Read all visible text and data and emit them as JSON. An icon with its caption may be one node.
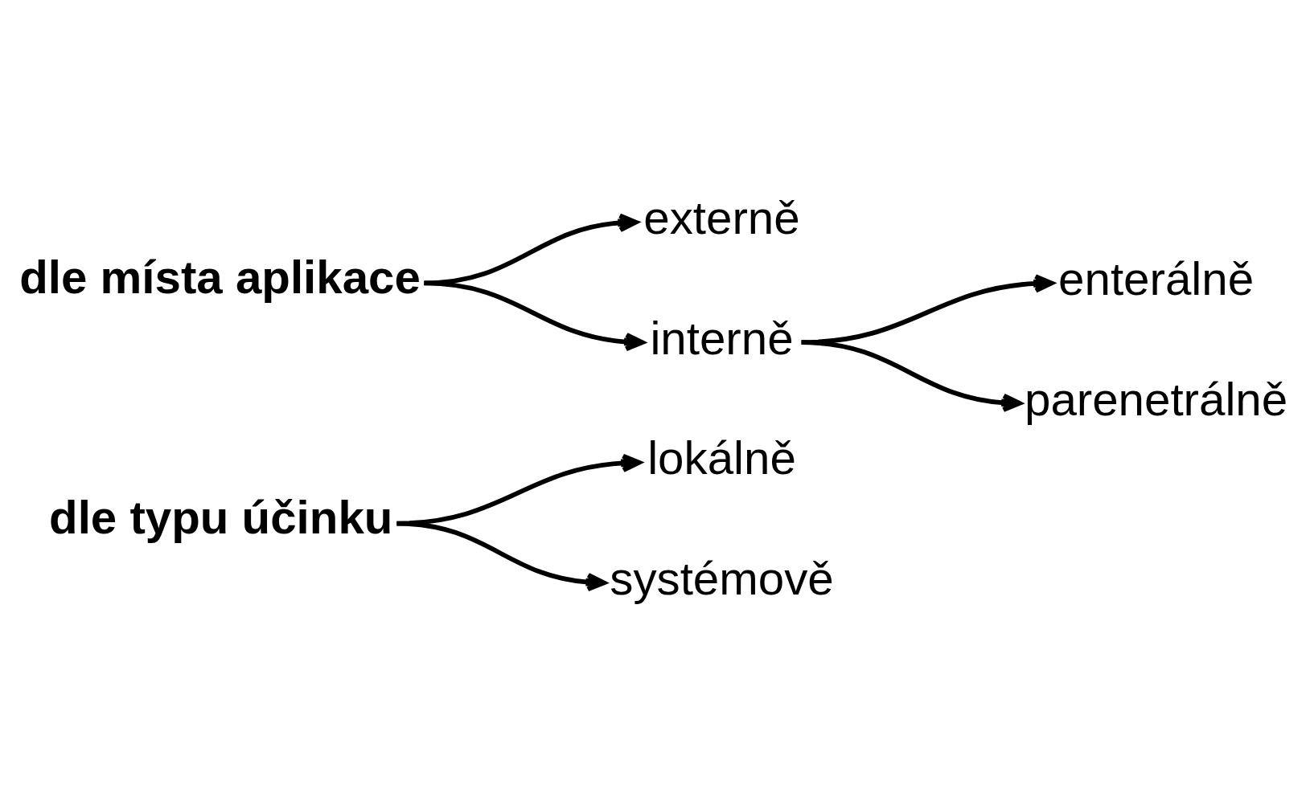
{
  "diagram": {
    "nodes": [
      {
        "text": [
          "dle typu účinku"
        ]
      },
      {
        "text": [
          "lokálně"
        ]
      },
      {
        "text": [
          "systémově"
        ]
      },
      {
        "text": [
          "dle místa aplikace"
        ]
      },
      {
        "text": [
          "externě"
        ]
      },
      {
        "text": [
          "interně"
        ]
      },
      {
        "text": [
          "enterálně"
        ]
      },
      {
        "text": [
          "parenetrálně"
        ]
      }
    ],
    "edges": [
      {
        "from": 0,
        "to": 1,
        "arrow": "to"
      },
      {
        "from": 0,
        "to": 2,
        "arrow": "to"
      },
      {
        "from": 3,
        "to": 4,
        "arrow": "to"
      },
      {
        "from": 3,
        "to": 5,
        "arrow": "to"
      },
      {
        "from": 5,
        "to": 6,
        "arrow": "to"
      },
      {
        "from": 5,
        "to": 7,
        "arrow": "to"
      }
    ]
  }
}
